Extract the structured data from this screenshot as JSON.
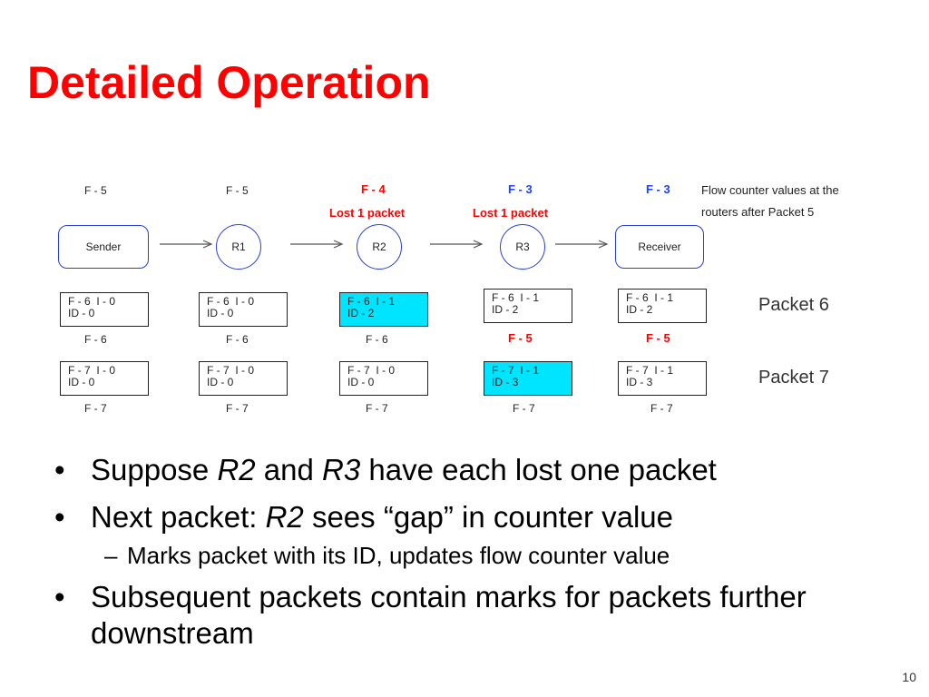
{
  "title": "Detailed Operation",
  "diagram": {
    "top_labels": [
      "F - 5",
      "F - 5",
      "F - 4",
      "F - 3",
      "F - 3"
    ],
    "lost_labels": [
      "Lost 1 packet",
      "Lost 1 packet"
    ],
    "note_line1": "Flow counter values at the",
    "note_line2": "routers after Packet 5",
    "nodes": [
      "Sender",
      "R1",
      "R2",
      "R3",
      "Receiver"
    ],
    "packet6": {
      "label": "Packet 6",
      "boxes": [
        {
          "line1": "F - 6  I - 0",
          "line2": "ID - 0"
        },
        {
          "line1": "F - 6  I - 0",
          "line2": "ID - 0"
        },
        {
          "line1": "F - 6  I - 1",
          "line2": "ID - 2"
        },
        {
          "line1": "F - 6  I - 1",
          "line2": "ID - 2"
        },
        {
          "line1": "F - 6  I - 1",
          "line2": "ID - 2"
        }
      ],
      "below": [
        "F - 6",
        "F - 6",
        "F - 6",
        "F - 5",
        "F - 5"
      ]
    },
    "packet7": {
      "label": "Packet 7",
      "boxes": [
        {
          "line1": "F - 7  I - 0",
          "line2": "ID - 0"
        },
        {
          "line1": "F - 7  I - 0",
          "line2": "ID - 0"
        },
        {
          "line1": "F - 7  I - 0",
          "line2": "ID - 0"
        },
        {
          "line1": "F - 7  I - 1",
          "line2": "ID - 3"
        },
        {
          "line1": "F - 7  I - 1",
          "line2": "ID - 3"
        }
      ],
      "below": [
        "F - 7",
        "F - 7",
        "F - 7",
        "F - 7",
        "F - 7"
      ]
    },
    "colors": {
      "lost_counter": "#ff0000",
      "receiver_counter": "#1f3fff",
      "highlight": "#00e5ff",
      "node_border": "#2b3fd6"
    }
  },
  "bullets": {
    "b1_pre": "Suppose ",
    "b1_r2": "R2",
    "b1_and": " and ",
    "b1_r3": "R3",
    "b1_post": " have each lost one packet",
    "b2_pre": "Next packet: ",
    "b2_r2": "R2",
    "b2_post": " sees “gap” in counter value",
    "sub": "Marks packet with its ID, updates flow counter value",
    "b3": "Subsequent packets contain marks for packets further downstream",
    "bullet_char": "•",
    "dash_char": "–"
  },
  "page_number": "10"
}
